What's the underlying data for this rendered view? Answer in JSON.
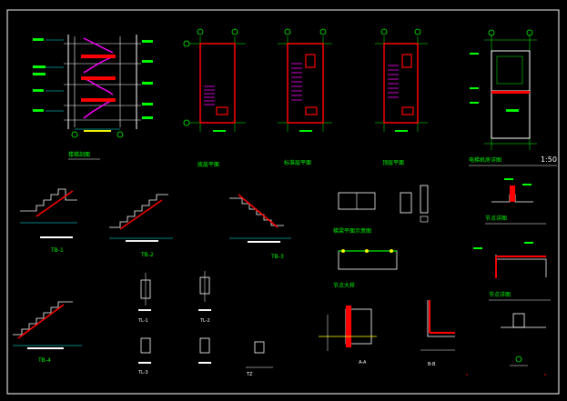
{
  "sheet": {
    "scale_label": "1:50",
    "colors": {
      "background": "#000000",
      "frame": "#ffffff",
      "title_text": "#00ff00",
      "axis_grid": "#00ff00",
      "wall": "#ff0000",
      "stair": "#ff00ff",
      "dimension": "#00ffff",
      "annotation_yellow": "#ffff00",
      "white_lines": "#ffffff"
    }
  },
  "views": {
    "section_title": "楼梯剖面",
    "plan1_title": "底层平面",
    "plan2_title": "标准层平面",
    "plan3_title": "顶层平面",
    "detail_plan_title": "电梯机房详图",
    "detail_a_title": "节点详图",
    "detail_b_title": "节点详图",
    "beam_title": "梯梁平面示意图",
    "wall_detail_title": "节点大样"
  },
  "stair_sections": {
    "tb1": "TB-1",
    "tb2": "TB-2",
    "tb3": "TB-3",
    "tb4": "TB-4"
  },
  "columns": {
    "tl1": "TL-1",
    "tl2": "TL-2",
    "tl3": "TL-3",
    "tz": "TZ"
  },
  "section_marks": {
    "aa": "A-A",
    "bb": "B-B"
  }
}
